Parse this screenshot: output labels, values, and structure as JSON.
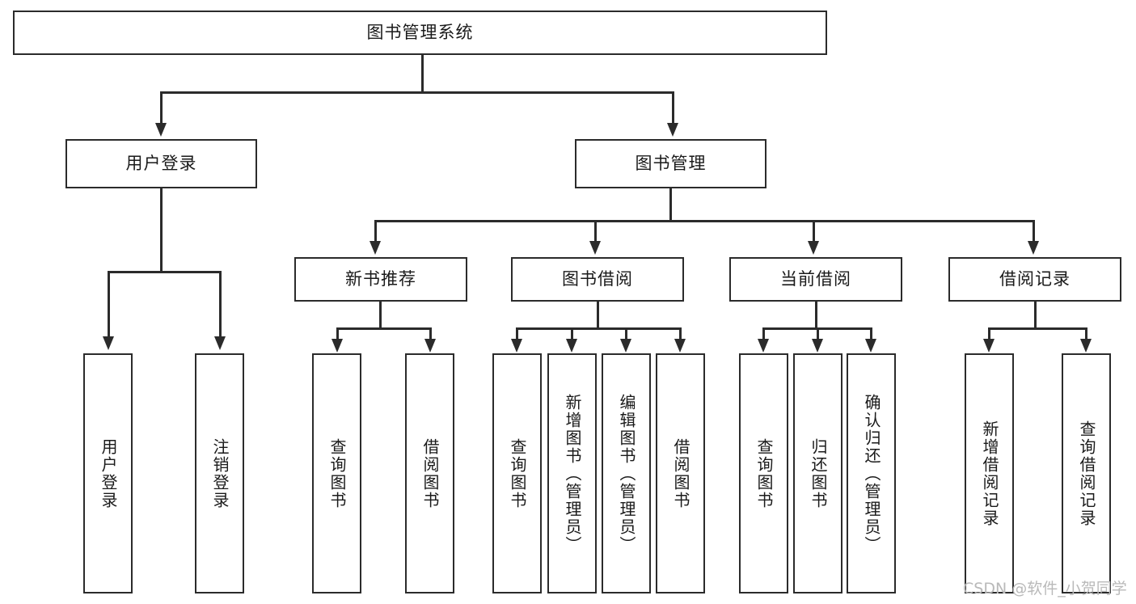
{
  "diagram": {
    "type": "tree-hierarchy",
    "title": "图书管理系统",
    "root": {
      "label": "图书管理系统"
    },
    "level1": [
      {
        "label": "用户登录"
      },
      {
        "label": "图书管理"
      }
    ],
    "level2": [
      {
        "label": "新书推荐"
      },
      {
        "label": "图书借阅"
      },
      {
        "label": "当前借阅"
      },
      {
        "label": "借阅记录"
      }
    ],
    "leaves": {
      "user_login": [
        {
          "label": "用户登录"
        },
        {
          "label": "注销登录"
        }
      ],
      "new_book_recommend": [
        {
          "label": "查询图书"
        },
        {
          "label": "借阅图书"
        }
      ],
      "book_borrow": [
        {
          "label": "查询图书"
        },
        {
          "label": "新增图书（管理员）"
        },
        {
          "label": "编辑图书（管理员）"
        },
        {
          "label": "借阅图书"
        }
      ],
      "current_borrow": [
        {
          "label": "查询图书"
        },
        {
          "label": "归还图书"
        },
        {
          "label": "确认归还（管理员）"
        }
      ],
      "borrow_record": [
        {
          "label": "新增借阅记录"
        },
        {
          "label": "查询借阅记录"
        }
      ]
    },
    "colors": {
      "stroke": "#2b2b2b",
      "fill": "#ffffff",
      "text": "#1a1a1a",
      "watermark": "#b9b9b9"
    }
  },
  "watermark": {
    "text": "CSDN @软件_小贺同学"
  }
}
